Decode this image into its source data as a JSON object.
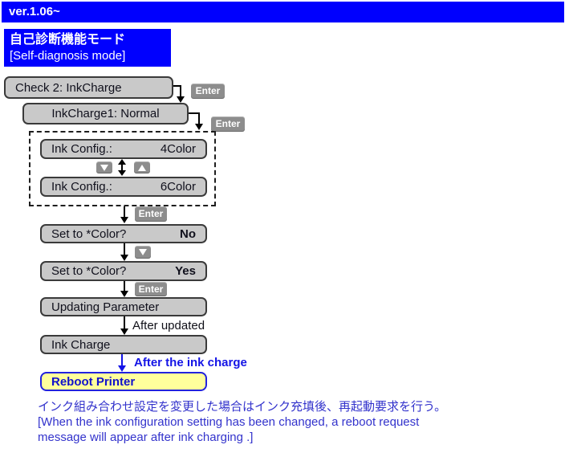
{
  "version_bar": {
    "text": "ver.1.06~"
  },
  "header": {
    "title_ja": "自己診断機能モード",
    "title_en": "[Self-diagnosis mode]"
  },
  "flow": {
    "enter_key": "Enter",
    "step_check2": "Check 2: InkCharge",
    "step_inkcharge1": "InkCharge1: Normal",
    "config_label": "Ink Config.:",
    "config_value_4": "4Color",
    "config_value_6": "6Color",
    "set_label": "Set to *Color?",
    "set_value_no": "No",
    "set_value_yes": "Yes",
    "step_updating": "Updating Parameter",
    "step_ink_charge": "Ink Charge",
    "step_reboot": "Reboot Printer",
    "note_after_updated": "After updated",
    "note_after_ink_charge": "After the ink charge"
  },
  "footnote": {
    "ja": "インク組み合わせ設定を変更した場合はインク充填後、再起動要求を行う。",
    "en_line1": "[When the ink configuration setting has been changed, a reboot request",
    "en_line2": "message will appear after ink charging .]"
  },
  "colors": {
    "bar_blue": "#0000fe",
    "lcd_gray": "#c9c9c9",
    "lcd_border": "#3a3a3a",
    "key_gray": "#8d8d8d",
    "reboot_yellow": "#ffff9c",
    "reboot_border_blue": "#2222dd",
    "note_blue": "#1414e6",
    "footnote_blue": "#3333cc"
  }
}
